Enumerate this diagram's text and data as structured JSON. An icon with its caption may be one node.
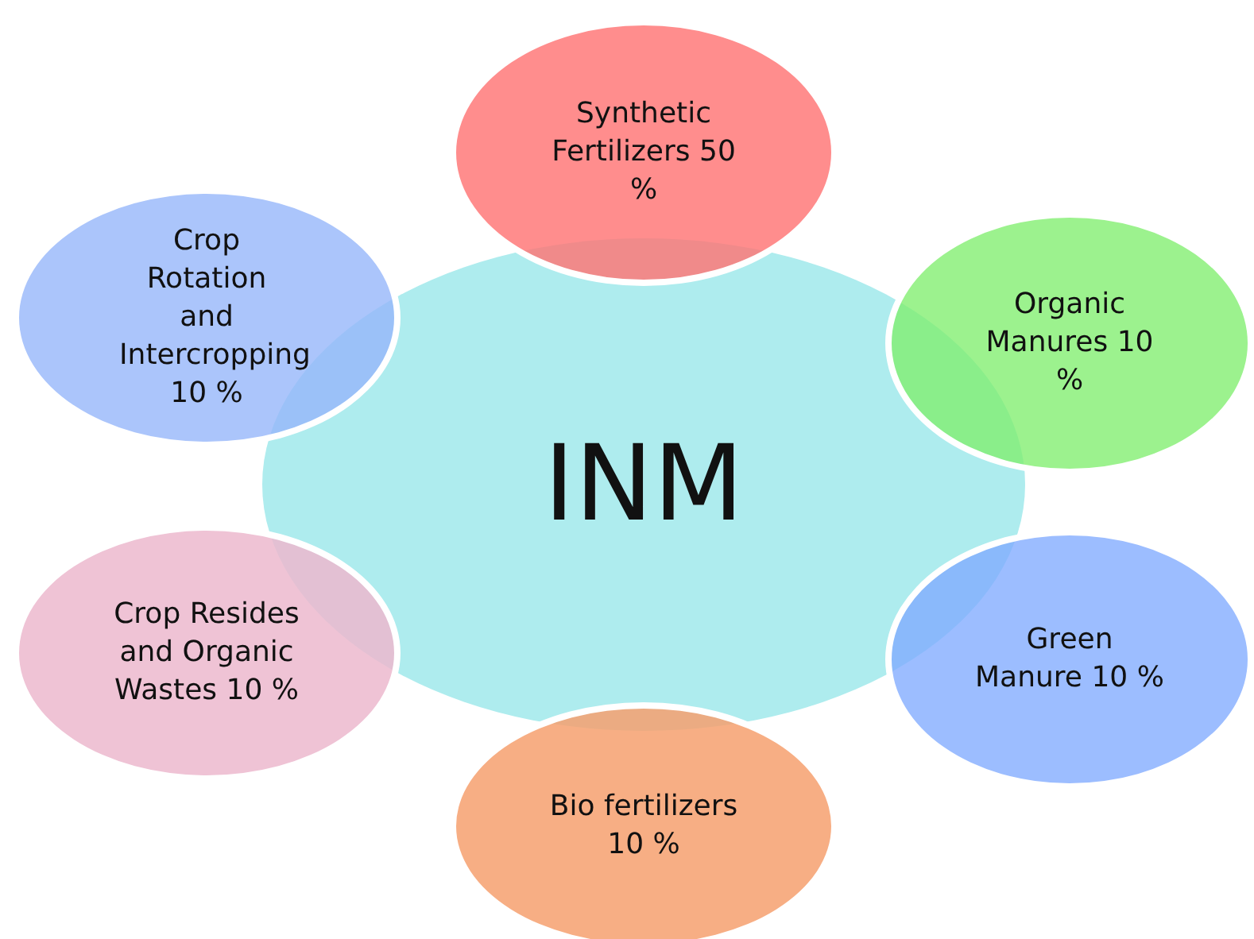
{
  "diagram": {
    "nodes": [
      {
        "text": [
          "INM"
        ]
      },
      {
        "text": [
          "Synthetic Fertilizers 50 %"
        ]
      },
      {
        "text": [
          "Organic Manures 10 %"
        ]
      },
      {
        "text": [
          "Green Manure 10 %"
        ]
      },
      {
        "text": [
          "Bio fertilizers 10 %"
        ]
      },
      {
        "text": [
          "Crop Resides and Organic Wastes 10 %"
        ]
      },
      {
        "text": [
          "Crop Rotation and Intercropping 10 %"
        ]
      }
    ]
  }
}
